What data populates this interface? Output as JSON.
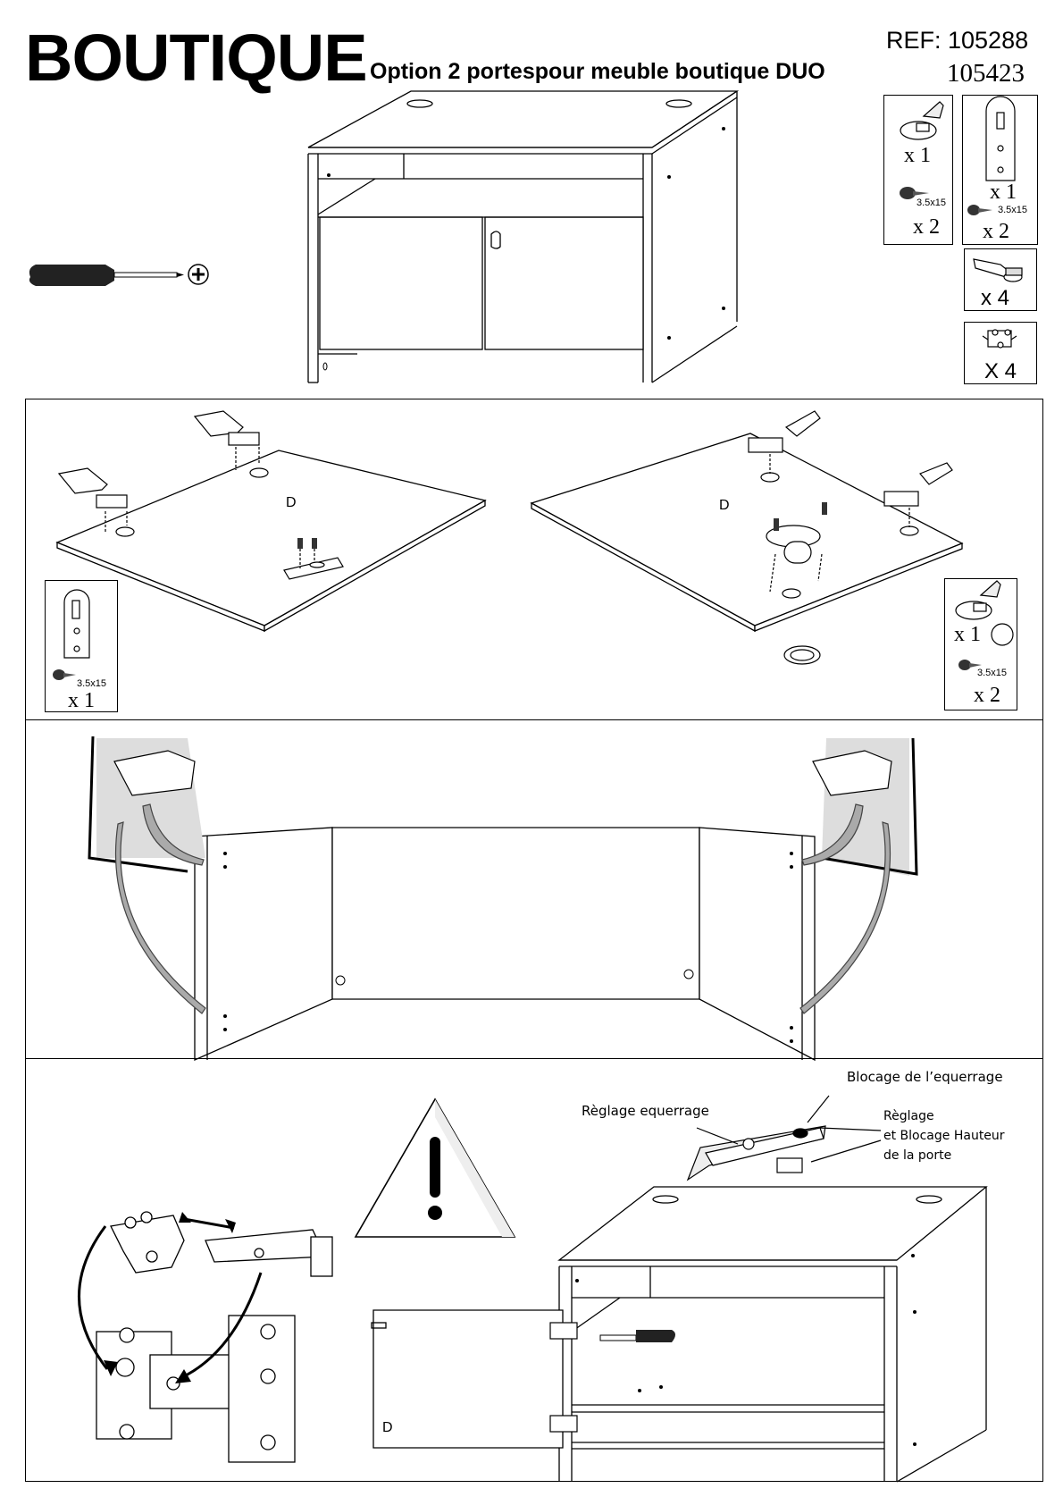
{
  "header": {
    "brand": "BOUTIQUE",
    "subtitle": "Option 2 portespour meuble boutique DUO",
    "ref_label": "REF: 105288",
    "ref_second": "105423"
  },
  "parts": {
    "latch_qty": "x 1",
    "latch_screw_size": "3.5x15",
    "latch_screw_qty": "x 2",
    "plate_qty": "x 1",
    "plate_screw_size": "3.5x15",
    "plate_screw_qty": "x 2",
    "hinge_qty": "x 4",
    "base_qty": "X 4"
  },
  "step1": {
    "door_left_label": "D",
    "door_right_label": "D",
    "left_box": {
      "plate_screw_size": "3.5x15",
      "qty": "x 1"
    },
    "right_box": {
      "latch_qty": "x 1",
      "screw_size": "3.5x15",
      "screw_qty": "x 2"
    }
  },
  "step3": {
    "note_blocage": "Blocage de l’equerrage",
    "note_reglage_equerrage": "Règlage equerrage",
    "note_reglage_hauteur_1": "Règlage",
    "note_reglage_hauteur_2": "et Blocage Hauteur",
    "note_reglage_hauteur_3": "de la porte",
    "door_label": "D"
  }
}
